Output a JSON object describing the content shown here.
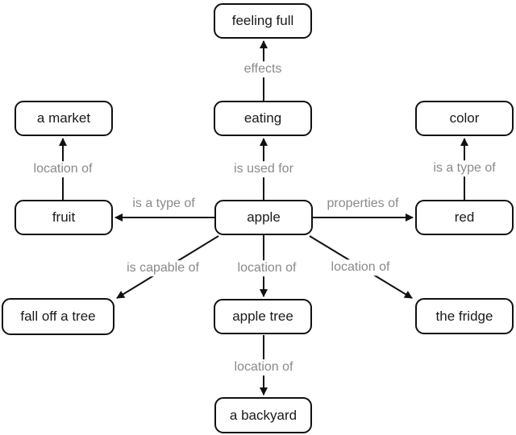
{
  "diagram": {
    "type": "concept-map",
    "central_concept": "apple",
    "colors": {
      "background": "#ffffff",
      "node_fill": "#ffffff",
      "node_border": "#111111",
      "node_text": "#1a1a1a",
      "edge_line": "#111111",
      "edge_label_text": "#8a8a8a"
    },
    "nodes": {
      "feeling_full": {
        "label": "feeling full"
      },
      "a_market": {
        "label": "a market"
      },
      "eating": {
        "label": "eating"
      },
      "color": {
        "label": "color"
      },
      "fruit": {
        "label": "fruit"
      },
      "apple": {
        "label": "apple"
      },
      "red": {
        "label": "red"
      },
      "fall_off_a_tree": {
        "label": "fall off a tree"
      },
      "apple_tree": {
        "label": "apple tree"
      },
      "the_fridge": {
        "label": "the fridge"
      },
      "a_backyard": {
        "label": "a backyard"
      }
    },
    "edges": {
      "eating_to_feeling_full": {
        "from": "eating",
        "to": "feeling full",
        "label": "effects"
      },
      "apple_to_eating": {
        "from": "apple",
        "to": "eating",
        "label": "is used for"
      },
      "fruit_to_a_market": {
        "from": "fruit",
        "to": "a market",
        "label": "location of"
      },
      "red_to_color": {
        "from": "red",
        "to": "color",
        "label": "is a type of"
      },
      "apple_to_fruit": {
        "from": "apple",
        "to": "fruit",
        "label": "is a type of"
      },
      "apple_to_red": {
        "from": "apple",
        "to": "red",
        "label": "properties of"
      },
      "apple_to_fall_off_a_tree": {
        "from": "apple",
        "to": "fall off a tree",
        "label": "is capable of"
      },
      "apple_to_apple_tree": {
        "from": "apple",
        "to": "apple tree",
        "label": "location of"
      },
      "apple_to_the_fridge": {
        "from": "apple",
        "to": "the fridge",
        "label": "location of"
      },
      "apple_tree_to_a_backyard": {
        "from": "apple tree",
        "to": "a backyard",
        "label": "location of"
      }
    }
  }
}
